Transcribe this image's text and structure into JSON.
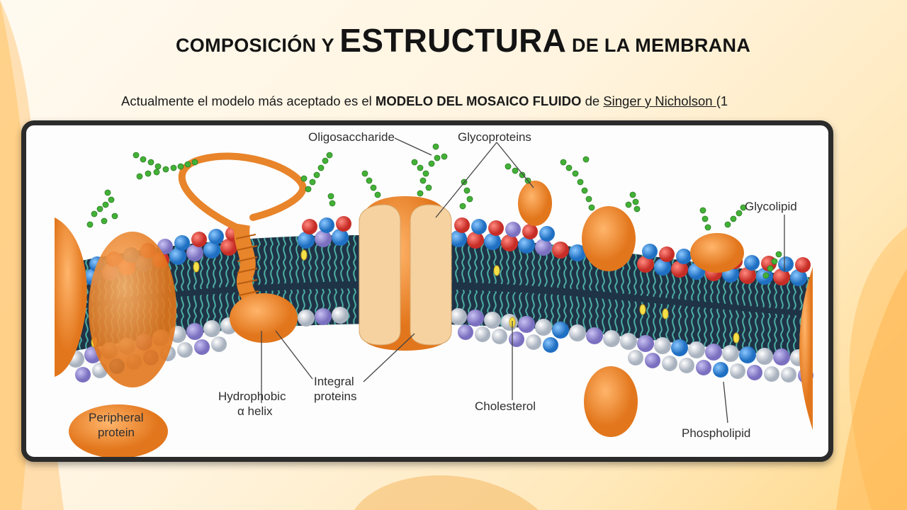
{
  "slide": {
    "title_part1": "COMPOSICIÓN Y ",
    "title_part2": "ESTRUCTURA",
    "title_part3": " DE LA MEMBRANA",
    "subtitle_before": "Actualmente el modelo más aceptado es el ",
    "subtitle_bold": "MODELO DEL MOSAICO FLUIDO",
    "subtitle_mid": " de ",
    "subtitle_link": "Singer y Nicholson ",
    "subtitle_after": "(1"
  },
  "diagram": {
    "labels": {
      "oligosaccharide": "Oligosaccharide",
      "glycoproteins": "Glycoproteins",
      "glycolipid": "Glycolipid",
      "hydrophobic_line1": "Hydrophobic",
      "hydrophobic_line2": "α helix",
      "integral_line1": "Integral",
      "integral_line2": "proteins",
      "cholesterol": "Cholesterol",
      "peripheral_line1": "Peripheral",
      "peripheral_line2": "protein",
      "phospholipid": "Phospholipid"
    }
  },
  "colors": {
    "head_red": "#d63a32",
    "head_blue": "#2b86d8",
    "head_purple": "#8f86cf",
    "head_grey": "#c8cfd8",
    "tail_teal": "#4fb7a9",
    "core_dark": "#1f3347",
    "protein_orange": "#f08a2c",
    "protein_pale": "#f6d2a0",
    "sugar_green": "#43b137",
    "cholesterol_yellow": "#f6e04a"
  }
}
